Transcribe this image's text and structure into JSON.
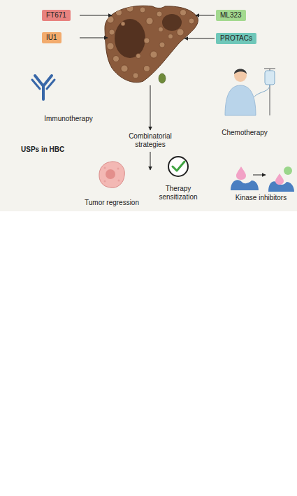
{
  "diagram": {
    "nodes": [
      {
        "text": [
          "FT671"
        ]
      },
      {
        "text": [
          "IU1"
        ]
      },
      {
        "text": [
          "ML323"
        ]
      },
      {
        "text": [
          "PROTACs"
        ]
      }
    ],
    "labels": [
      "Immunotherapy",
      "Combinatorial strategies",
      "Chemotherapy",
      "USPs in HBC",
      "Tumor regression",
      "Therapy sensitization",
      "Kinase inhibitors"
    ]
  }
}
